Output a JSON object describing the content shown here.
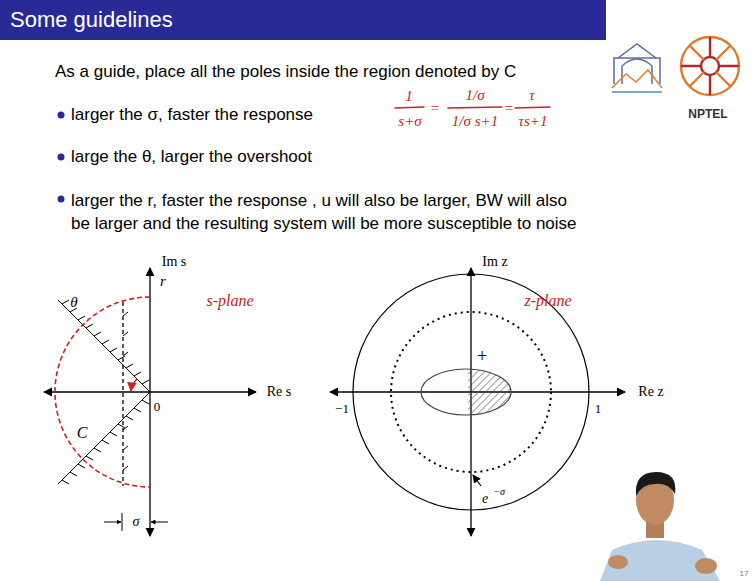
{
  "diagram": {
    "title": "Some guidelines",
    "labels": [
      "As a guide, place all the poles inside the region denoted by C",
      "larger the σ, faster the response",
      "large the θ, larger the overshoot",
      "larger the r, faster the response , u will also be larger, BW will also be larger and the resulting system will be more susceptible to noise",
      "1",
      "s+σ",
      "=",
      "1/σ",
      "1/σ s+1",
      "=",
      "τ",
      "τs+1",
      "s-plane",
      "z-plane",
      "Im s",
      "Re s",
      "θ",
      "r",
      "0",
      "C",
      "σ",
      "Im z",
      "Re z",
      "−1",
      "1",
      "+",
      "e",
      "−σ",
      "NPTEL",
      "17"
    ]
  }
}
